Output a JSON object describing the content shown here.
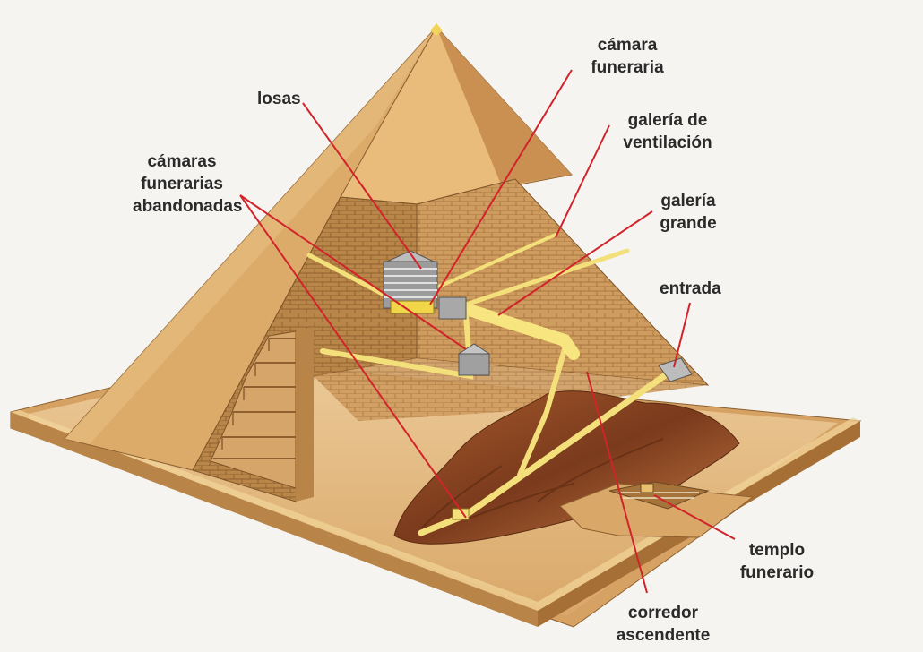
{
  "labels": {
    "losas": "losas",
    "camara_funeraria": [
      "cámara",
      "funeraria"
    ],
    "galeria_ventilacion": [
      "galería de",
      "ventilación"
    ],
    "camaras_abandonadas": [
      "cámaras",
      "funerarias",
      "abandonadas"
    ],
    "galeria_grande": [
      "galería",
      "grande"
    ],
    "entrada": "entrada",
    "templo_funerario": [
      "templo",
      "funerario"
    ],
    "corredor_ascendente": [
      "corredor",
      "ascendente"
    ]
  },
  "colors": {
    "leader_line": "#d2232a",
    "pyramid_light": "#e3b06f",
    "pyramid_dark": "#b07a3e",
    "brick": "#c8955a",
    "passage": "#f6e27a",
    "rock": "#8f4a26",
    "ground": "#e6c08e"
  }
}
